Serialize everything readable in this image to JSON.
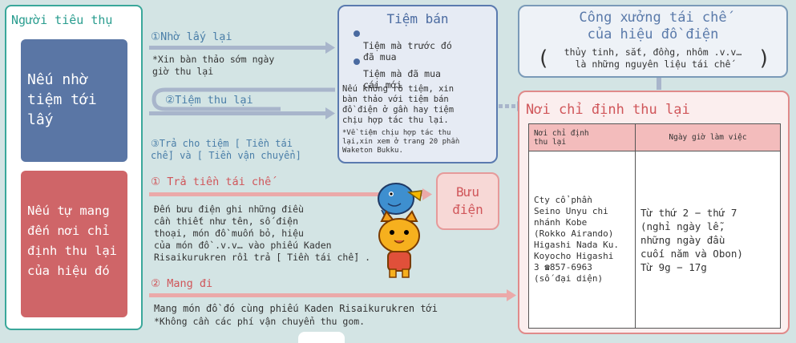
{
  "consumer": {
    "title": "Người tiêu thụ",
    "case_shop": "Nếu nhờ\ntiệm tới\nlấy",
    "case_self": "Nếu tự mang\nđến nơi chỉ\nđịnh thu lại\ncủa hiệu đó"
  },
  "shop_path": {
    "step1_num": "①",
    "step1": "Nhờ lấy lại",
    "step1_note": "*Xin bàn thảo sớm ngày\n giờ thu lại",
    "step2_num": "②",
    "step2": "Tiệm thu lại",
    "step3_num": "③",
    "step3": "Trả cho tiệm [ Tiền tái\n chế] và [ Tiền vận chuyển]"
  },
  "shop": {
    "title": "Tiệm bán",
    "item1": "Tiệm mà trước đó\nđã mua",
    "item2": "Tiệm mà đã mua\ncái mới",
    "note": "Nếu không rõ tiệm, xin\nbàn thảo với tiệm bán\nđồ điện ở gần hay tiệm\nchịu hợp tác thu lại.",
    "footnote": "*Về tiệm chịu hợp tác thu\n lại,xin xem ở trang 20 phần\n Waketon Bukku."
  },
  "factory": {
    "title": "Công xưởng tái chế\ncủa hiệu đồ điện",
    "subtitle": "thủy tinh, sắt, đồng, nhôm .v.v…\nlà những nguyên liệu tái chế"
  },
  "self_path": {
    "step1_num": "①",
    "step1": "Trả tiền tái chế",
    "step1_text": "Đến bưu điện ghi những điều\ncần thiết như tên, số điện\nthoại, món đồ muốn bỏ, hiệu\ncủa món đồ .v.v… vào phiếu Kaden\nRisaikurukren rồi trả [ Tiền tái chế] .",
    "step2_num": "②",
    "step2": "Mang đi",
    "step2_text": "Mang món đồ đó cùng phiếu Kaden Risaikurukren tới",
    "step2_note": "*Không cần các phí vận chuyển thu gom."
  },
  "post_office": {
    "label": "Bưu\nđiện"
  },
  "collection_place": {
    "title": "Nơi chỉ định thu lại",
    "headers": [
      "Nơi chỉ định\nthu lại",
      "Ngày giờ làm việc"
    ],
    "place": "Cty cổ phần\nSeino Unyu chi\nnhánh Kobe\n(Rokko Airando)\nHigashi Nada Ku.\nKoyocho Higashi\n3 ☎857-6963\n(số đại diện)",
    "hours": "Từ thứ 2 − thứ 7\n(nghỉ ngày lễ,\nnhững ngày đầu\ncuối năm và Obon)\nTừ 9g − 17g"
  },
  "colors": {
    "teal": "#3aa79a",
    "blue_case": "#5a76a5",
    "red_case": "#cf6568",
    "red_text": "#d0565a",
    "blue_text": "#4a7ea8"
  }
}
